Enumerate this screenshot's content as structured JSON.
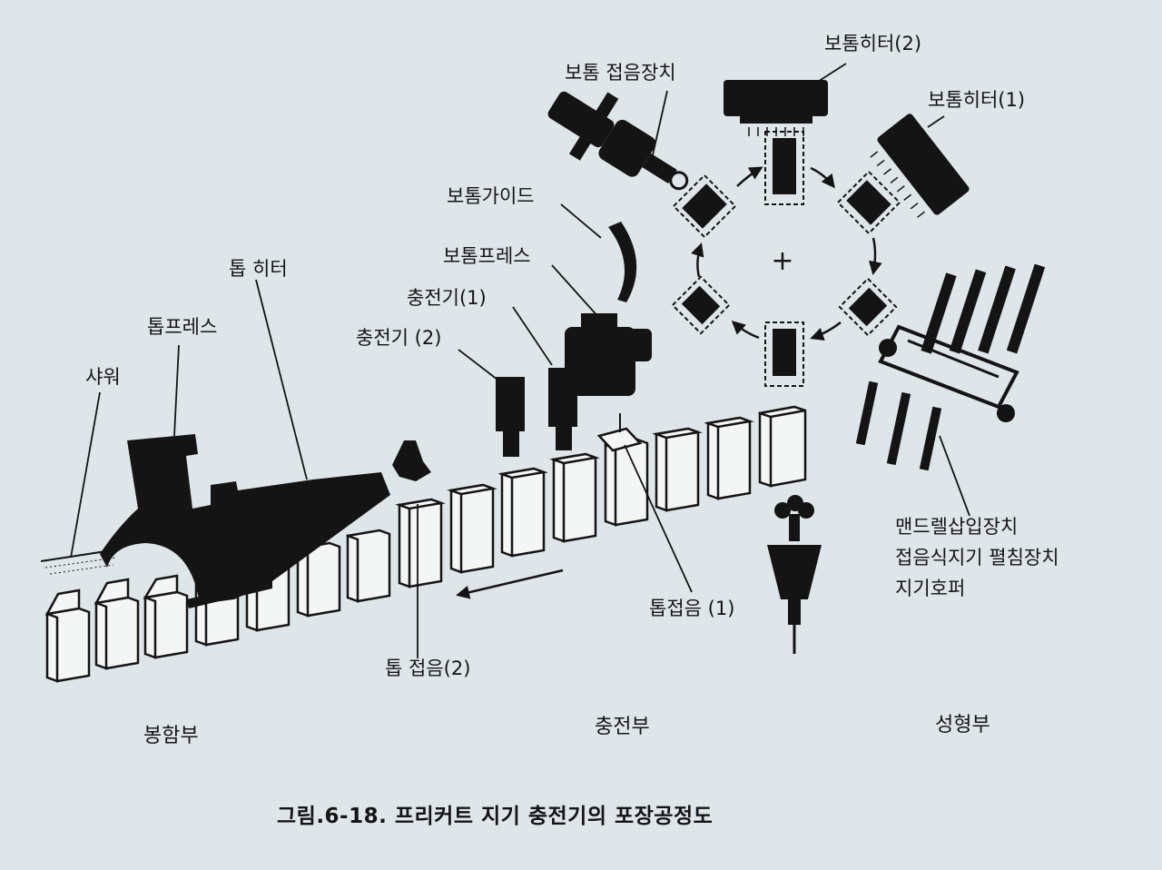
{
  "labels": {
    "bottom_folder": "보톰 접음장치",
    "bottom_heater_2": "보톰히터(2)",
    "bottom_heater_1": "보톰히터(1)",
    "bottom_guide": "보톰가이드",
    "bottom_press": "보톰프레스",
    "filler_1": "충전기(1)",
    "filler_2": "충전기 (2)",
    "top_heater": "톱 히터",
    "top_press": "톱프레스",
    "shower": "샤워",
    "top_fold_1": "톱접음 (1)",
    "top_fold_2": "톱 접음(2)",
    "mandrel_insert": "맨드렐삽입장치",
    "carton_opener": "접음식지기 펼침장치",
    "carton_hopper": "지기호퍼"
  },
  "sections": {
    "sealing": "봉함부",
    "filling": "충전부",
    "forming": "성형부"
  },
  "caption": "그림.6-18. 프리커트 지기 충전기의 포장공정도",
  "colors": {
    "background": "#dfe6ea",
    "ink": "#141414",
    "carton": "#f4f6f6"
  }
}
